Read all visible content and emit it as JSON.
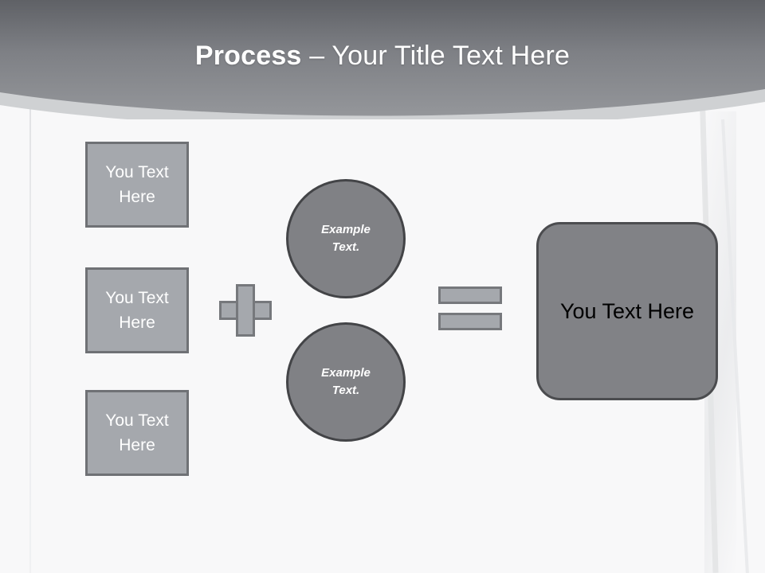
{
  "slide": {
    "title": {
      "bold_part": "Process",
      "separator": " – ",
      "light_part": "Your Title Text Here"
    },
    "inputs": [
      {
        "line1": "You Text",
        "line2": "Here"
      },
      {
        "line1": "You Text",
        "line2": "Here"
      },
      {
        "line1": "You Text",
        "line2": "Here"
      }
    ],
    "operators": {
      "plus": "plus-operator",
      "equals": "equals-operator"
    },
    "circles": [
      {
        "line1": "Example",
        "line2": "Text."
      },
      {
        "line1": "Example",
        "line2": "Text."
      }
    ],
    "result": {
      "label": "You Text Here"
    },
    "colors": {
      "background": "#f8f8f9",
      "header_gradient_top": "#64666b",
      "header_gradient_bottom": "#909296",
      "header_underband": "#d0d2d4",
      "box_fill": "#a5a8ad",
      "box_border": "#6f7175",
      "circle_fill": "#808185",
      "circle_border": "#434447",
      "result_fill": "#818286",
      "result_border": "#4b4c4f",
      "title_text": "#ffffff",
      "box_text": "#ffffff",
      "result_text": "#000000"
    }
  }
}
